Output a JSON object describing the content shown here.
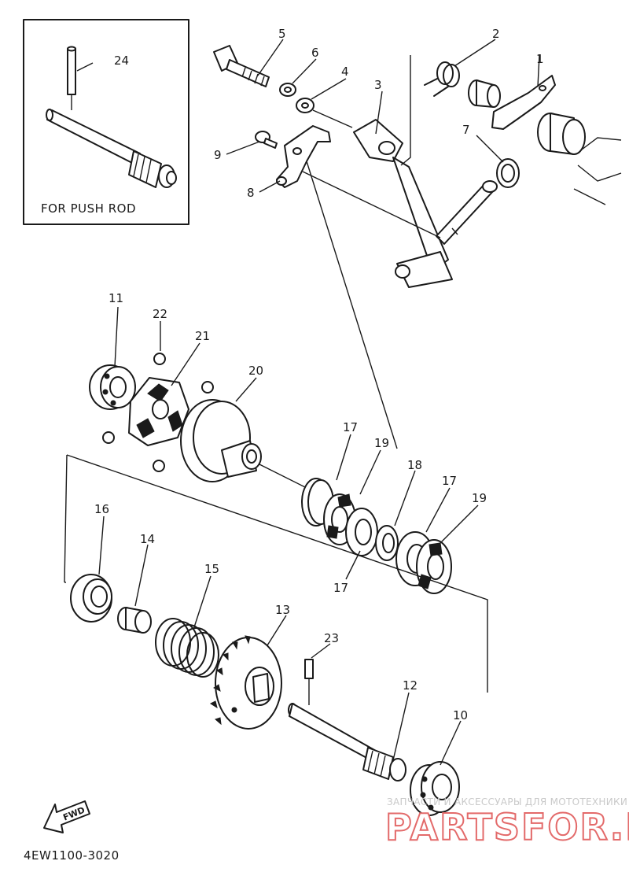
{
  "diagram": {
    "inset_caption": "FOR PUSH ROD",
    "diagram_code": "4EW1100-3020",
    "fwd_marker": "FWD",
    "callouts": [
      "1",
      "2",
      "3",
      "4",
      "5",
      "6",
      "7",
      "8",
      "9",
      "10",
      "11",
      "12",
      "13",
      "14",
      "15",
      "16",
      "17",
      "17",
      "17",
      "18",
      "19",
      "19",
      "20",
      "21",
      "22",
      "23",
      "24"
    ]
  },
  "watermark": {
    "line1": "ЗАПЧАСТИ И АКСЕССУАРЫ ДЛЯ МОТОТЕХНИКИ",
    "logo": "PARTSFOR.RU",
    "color": "#e36a6a"
  }
}
